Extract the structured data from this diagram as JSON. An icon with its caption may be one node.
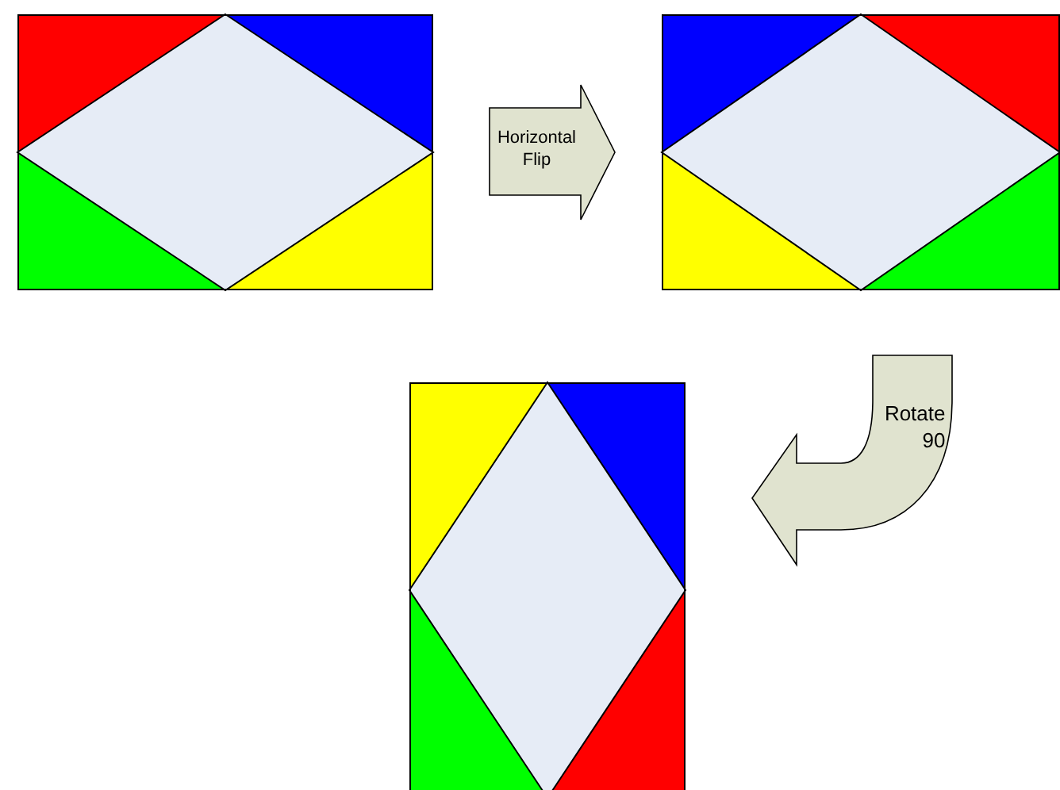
{
  "diagram": {
    "nodes": [
      {
        "text": [],
        "shape": "picture"
      },
      {
        "text": [],
        "shape": "picture"
      },
      {
        "text": [],
        "shape": "picture"
      }
    ],
    "edges": [
      {
        "from": 0,
        "to": 1,
        "arrow": "to",
        "label": "Horizontal Flip"
      },
      {
        "from": 1,
        "to": 2,
        "arrow": "to",
        "label": "Rotate 90"
      }
    ]
  }
}
